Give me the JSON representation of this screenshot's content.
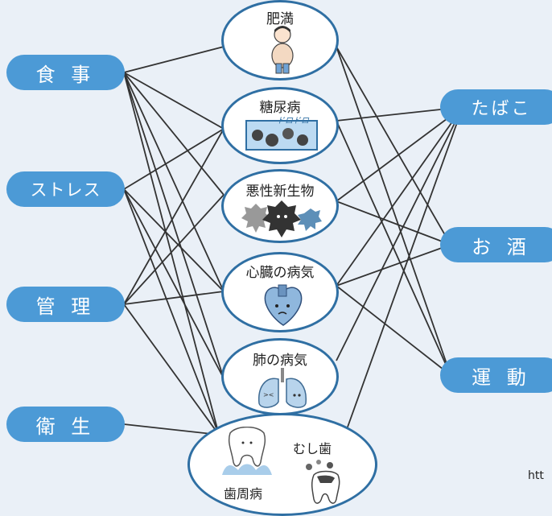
{
  "factors": [
    {
      "id": "diet",
      "label": "食 事"
    },
    {
      "id": "stress",
      "label": "ストレス"
    },
    {
      "id": "management",
      "label": "管 理"
    },
    {
      "id": "hygiene",
      "label": "衛 生"
    }
  ],
  "habits": [
    {
      "id": "tobacco",
      "label": "たばこ"
    },
    {
      "id": "alcohol",
      "label": "お 酒"
    },
    {
      "id": "exercise",
      "label": "運 動"
    }
  ],
  "diseases": [
    {
      "id": "obesity",
      "label": "肥満"
    },
    {
      "id": "diabetes",
      "label": "糖尿病",
      "annotation": "ドロドロ"
    },
    {
      "id": "cancer",
      "label": "悪性新生物"
    },
    {
      "id": "heart",
      "label": "心臓の病気"
    },
    {
      "id": "lung",
      "label": "肺の病気"
    },
    {
      "id": "dental",
      "label": "歯周病",
      "label2": "むし歯"
    }
  ],
  "connections": [
    [
      "diet",
      "obesity"
    ],
    [
      "diet",
      "diabetes"
    ],
    [
      "diet",
      "cancer"
    ],
    [
      "diet",
      "heart"
    ],
    [
      "diet",
      "lung"
    ],
    [
      "diet",
      "dental"
    ],
    [
      "stress",
      "diabetes"
    ],
    [
      "stress",
      "heart"
    ],
    [
      "stress",
      "lung"
    ],
    [
      "stress",
      "dental"
    ],
    [
      "management",
      "diabetes"
    ],
    [
      "management",
      "cancer"
    ],
    [
      "management",
      "heart"
    ],
    [
      "management",
      "dental"
    ],
    [
      "hygiene",
      "dental"
    ],
    [
      "tobacco",
      "diabetes"
    ],
    [
      "tobacco",
      "cancer"
    ],
    [
      "tobacco",
      "heart"
    ],
    [
      "tobacco",
      "lung"
    ],
    [
      "tobacco",
      "dental"
    ],
    [
      "alcohol",
      "obesity"
    ],
    [
      "alcohol",
      "cancer"
    ],
    [
      "alcohol",
      "heart"
    ],
    [
      "exercise",
      "obesity"
    ],
    [
      "exercise",
      "diabetes"
    ],
    [
      "exercise",
      "heart"
    ]
  ],
  "footer_cutoff": "htt",
  "colors": {
    "pill": "#4c9ad6",
    "oval_border": "#2f6fa3",
    "line": "#333333",
    "background": "#eaf0f7"
  }
}
